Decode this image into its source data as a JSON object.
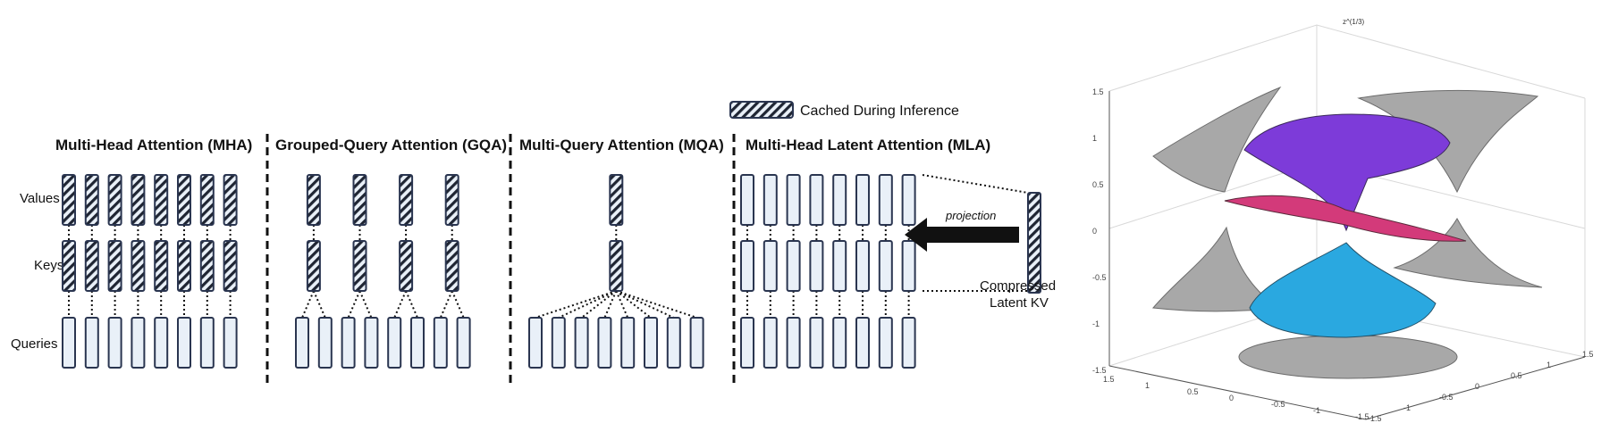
{
  "legend": {
    "label": "Cached During Inference"
  },
  "rows": {
    "values": "Values",
    "keys": "Keys",
    "queries": "Queries"
  },
  "sections": [
    {
      "id": "mha",
      "title": "Multi-Head Attention (MHA)",
      "underlined_initials": [
        "M",
        "H",
        "A"
      ],
      "value_heads": 8,
      "key_heads": 8,
      "query_heads": 8,
      "kv_cached": true
    },
    {
      "id": "gqa",
      "title": "Grouped-Query Attention (GQA)",
      "underlined_initials": [
        "G",
        "Q",
        "A"
      ],
      "value_heads": 4,
      "key_heads": 4,
      "query_heads": 8,
      "kv_cached": true
    },
    {
      "id": "mqa",
      "title": "Multi-Query Attention (MQA)",
      "underlined_initials": [
        "M",
        "Q",
        "A"
      ],
      "value_heads": 1,
      "key_heads": 1,
      "query_heads": 8,
      "kv_cached": true
    },
    {
      "id": "mla",
      "title": "Multi-Head Latent Attention (MLA)",
      "underlined_initials": [
        "M",
        "H",
        "L",
        "A"
      ],
      "value_heads": 8,
      "key_heads": 8,
      "query_heads": 8,
      "kv_cached": false
    }
  ],
  "mla_extra": {
    "projection_label": "projection",
    "latent_label_line1": "Compressed",
    "latent_label_line2": "Latent KV"
  },
  "plot3d": {
    "z_axis_title": "z^(1/3)",
    "z_ticks": [
      "1.5",
      "1",
      "0.5",
      "0",
      "-0.5",
      "-1",
      "-1.5"
    ],
    "x_ticks": [
      "1.5",
      "1",
      "0.5",
      "0",
      "-0.5",
      "-1",
      "-1.5"
    ],
    "y_ticks": [
      "-1.5",
      "-1",
      "-0.5",
      "0",
      "0.5",
      "1",
      "1.5"
    ],
    "surface_colormap": "hsv",
    "projection_color": "#9a9a9a"
  },
  "colors": {
    "box_fill": "#e9f0f8",
    "box_stroke": "#2a3550",
    "hatch": "#1f2533",
    "separator": "#111111"
  }
}
